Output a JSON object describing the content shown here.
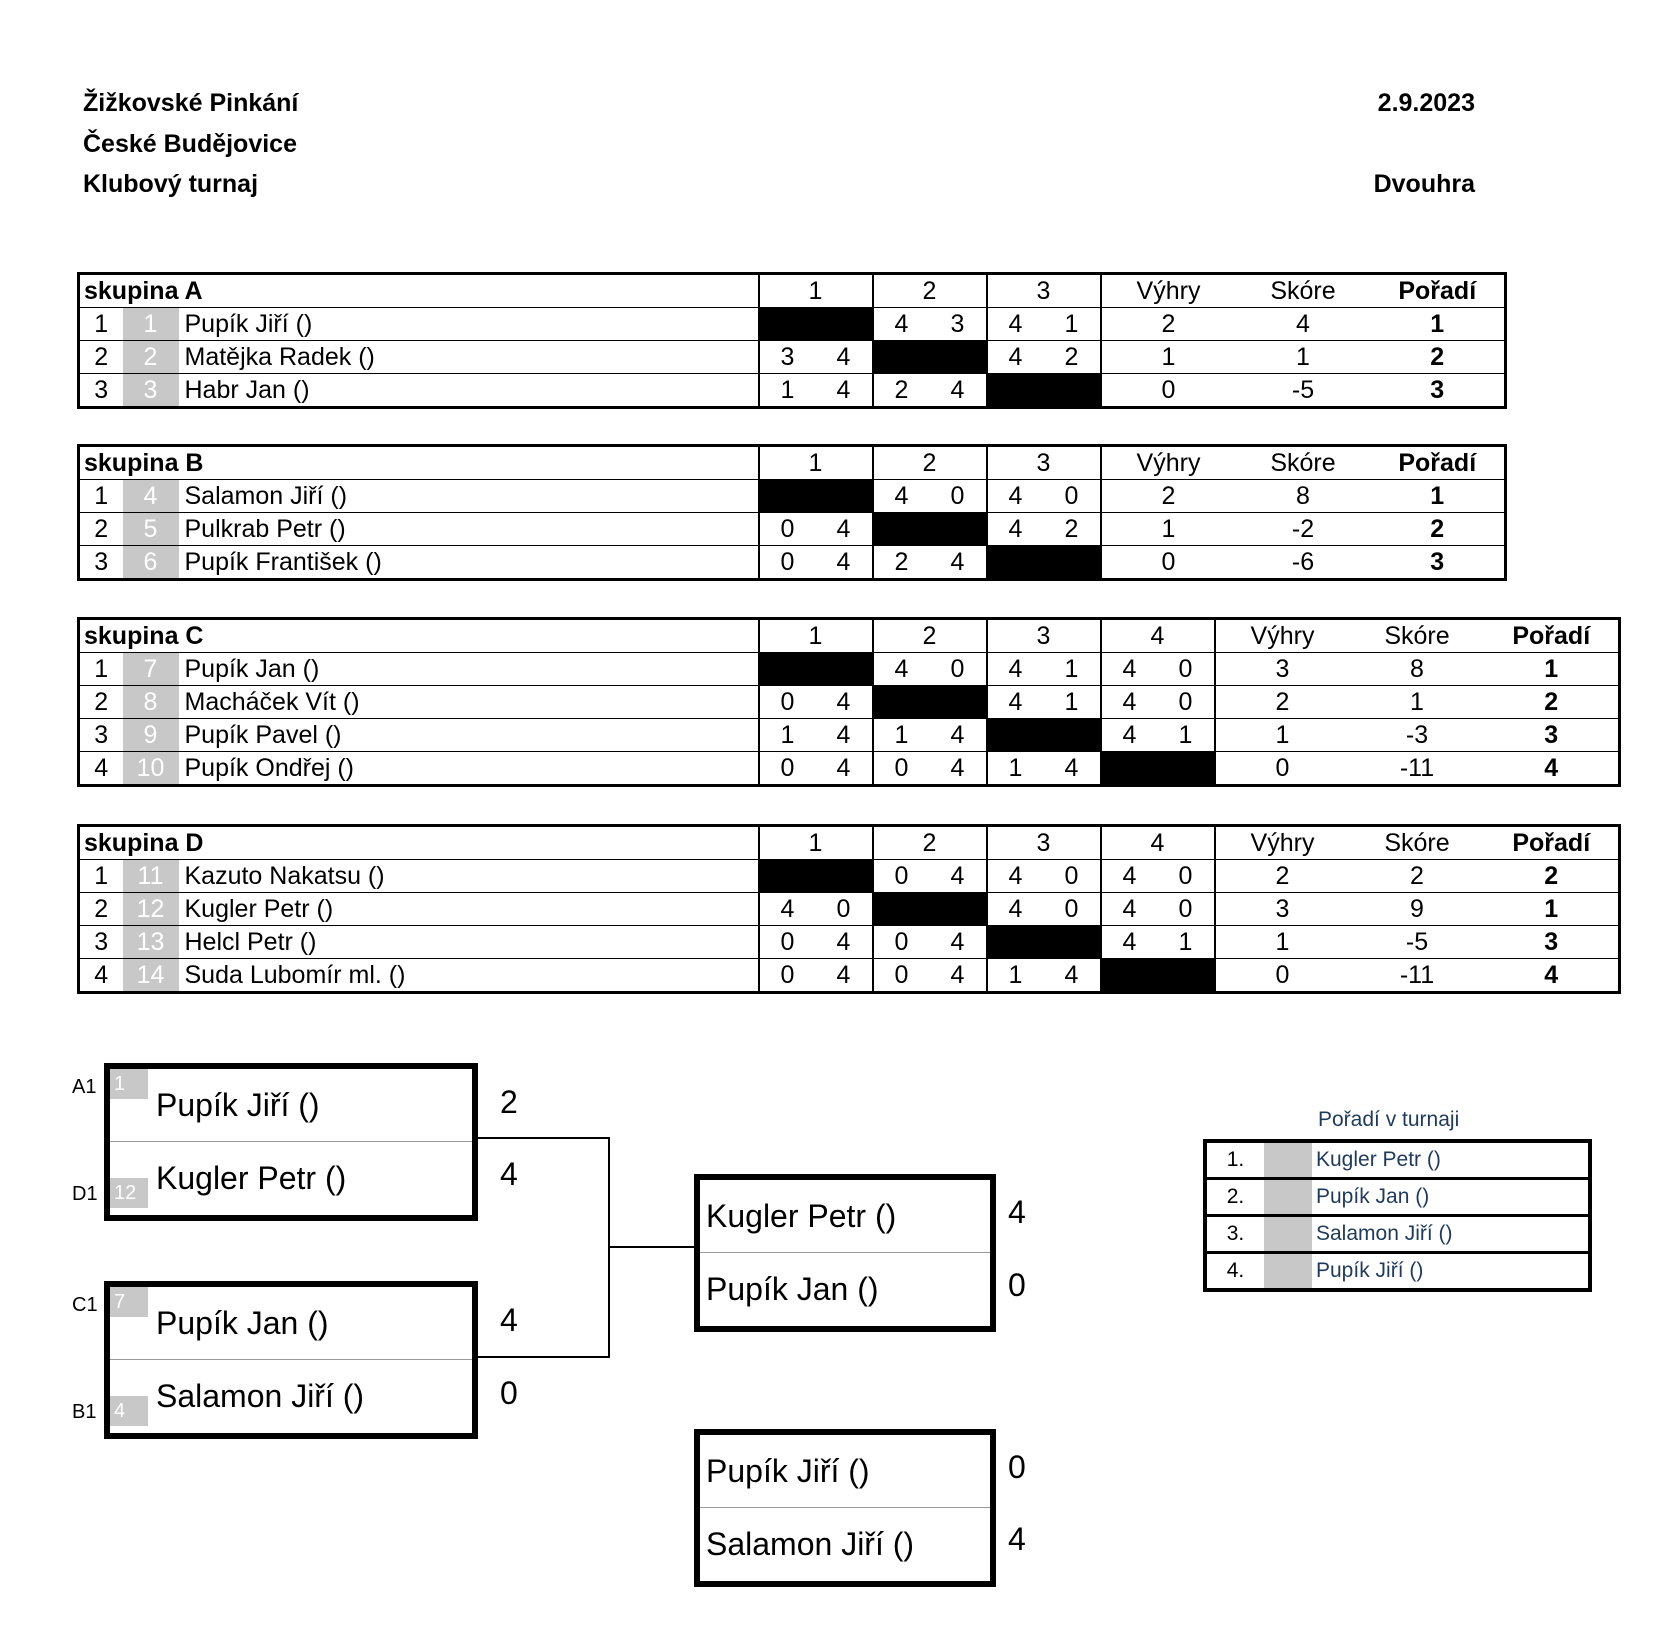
{
  "header": {
    "club": "Žižkovské Pinkání",
    "city": "České Budějovice",
    "event": "Klubový turnaj",
    "date": "2.9.2023",
    "discipline": "Dvouhra"
  },
  "columns": {
    "wins": "Výhry",
    "score": "Skóre",
    "rank": "Pořadí"
  },
  "groups": [
    {
      "name": "skupina A",
      "cols": [
        "1",
        "2",
        "3"
      ],
      "players": [
        {
          "pos": "1",
          "seed": "1",
          "name": "Pupík Jiří ()",
          "results": [
            null,
            [
              "4",
              "3"
            ],
            [
              "4",
              "1"
            ]
          ],
          "wins": "2",
          "score": "4",
          "rank": "1"
        },
        {
          "pos": "2",
          "seed": "2",
          "name": "Matějka Radek ()",
          "results": [
            [
              "3",
              "4"
            ],
            null,
            [
              "4",
              "2"
            ]
          ],
          "wins": "1",
          "score": "1",
          "rank": "2"
        },
        {
          "pos": "3",
          "seed": "3",
          "name": "Habr Jan ()",
          "results": [
            [
              "1",
              "4"
            ],
            [
              "2",
              "4"
            ],
            null
          ],
          "wins": "0",
          "score": "-5",
          "rank": "3"
        }
      ]
    },
    {
      "name": "skupina B",
      "cols": [
        "1",
        "2",
        "3"
      ],
      "players": [
        {
          "pos": "1",
          "seed": "4",
          "name": "Salamon Jiří ()",
          "results": [
            null,
            [
              "4",
              "0"
            ],
            [
              "4",
              "0"
            ]
          ],
          "wins": "2",
          "score": "8",
          "rank": "1"
        },
        {
          "pos": "2",
          "seed": "5",
          "name": "Pulkrab Petr ()",
          "results": [
            [
              "0",
              "4"
            ],
            null,
            [
              "4",
              "2"
            ]
          ],
          "wins": "1",
          "score": "-2",
          "rank": "2"
        },
        {
          "pos": "3",
          "seed": "6",
          "name": "Pupík František ()",
          "results": [
            [
              "0",
              "4"
            ],
            [
              "2",
              "4"
            ],
            null
          ],
          "wins": "0",
          "score": "-6",
          "rank": "3"
        }
      ]
    },
    {
      "name": "skupina C",
      "cols": [
        "1",
        "2",
        "3",
        "4"
      ],
      "players": [
        {
          "pos": "1",
          "seed": "7",
          "name": "Pupík Jan ()",
          "results": [
            null,
            [
              "4",
              "0"
            ],
            [
              "4",
              "1"
            ],
            [
              "4",
              "0"
            ]
          ],
          "wins": "3",
          "score": "8",
          "rank": "1"
        },
        {
          "pos": "2",
          "seed": "8",
          "name": "Macháček Vít ()",
          "results": [
            [
              "0",
              "4"
            ],
            null,
            [
              "4",
              "1"
            ],
            [
              "4",
              "0"
            ]
          ],
          "wins": "2",
          "score": "1",
          "rank": "2"
        },
        {
          "pos": "3",
          "seed": "9",
          "name": "Pupík Pavel ()",
          "results": [
            [
              "1",
              "4"
            ],
            [
              "1",
              "4"
            ],
            null,
            [
              "4",
              "1"
            ]
          ],
          "wins": "1",
          "score": "-3",
          "rank": "3"
        },
        {
          "pos": "4",
          "seed": "10",
          "name": "Pupík Ondřej ()",
          "results": [
            [
              "0",
              "4"
            ],
            [
              "0",
              "4"
            ],
            [
              "1",
              "4"
            ],
            null
          ],
          "wins": "0",
          "score": "-11",
          "rank": "4"
        }
      ]
    },
    {
      "name": "skupina D",
      "cols": [
        "1",
        "2",
        "3",
        "4"
      ],
      "players": [
        {
          "pos": "1",
          "seed": "11",
          "name": "Kazuto Nakatsu ()",
          "results": [
            null,
            [
              "0",
              "4"
            ],
            [
              "4",
              "0"
            ],
            [
              "4",
              "0"
            ]
          ],
          "wins": "2",
          "score": "2",
          "rank": "2"
        },
        {
          "pos": "2",
          "seed": "12",
          "name": "Kugler Petr ()",
          "results": [
            [
              "4",
              "0"
            ],
            null,
            [
              "4",
              "0"
            ],
            [
              "4",
              "0"
            ]
          ],
          "wins": "3",
          "score": "9",
          "rank": "1"
        },
        {
          "pos": "3",
          "seed": "13",
          "name": "Helcl Petr ()",
          "results": [
            [
              "0",
              "4"
            ],
            [
              "0",
              "4"
            ],
            null,
            [
              "4",
              "1"
            ]
          ],
          "wins": "1",
          "score": "-5",
          "rank": "3"
        },
        {
          "pos": "4",
          "seed": "14",
          "name": "Suda Lubomír ml. ()",
          "results": [
            [
              "0",
              "4"
            ],
            [
              "0",
              "4"
            ],
            [
              "1",
              "4"
            ],
            null
          ],
          "wins": "0",
          "score": "-11",
          "rank": "4"
        }
      ]
    }
  ],
  "bracket": {
    "semi1": {
      "top": {
        "label": "A1",
        "seed": "1",
        "name": "Pupík Jiří ()",
        "score": "2"
      },
      "bot": {
        "label": "D1",
        "seed": "12",
        "name": "Kugler Petr ()",
        "score": "4"
      }
    },
    "semi2": {
      "top": {
        "label": "C1",
        "seed": "7",
        "name": "Pupík Jan ()",
        "score": "4"
      },
      "bot": {
        "label": "B1",
        "seed": "4",
        "name": "Salamon Jiří ()",
        "score": "0"
      }
    },
    "final": {
      "top": {
        "name": "Kugler Petr ()",
        "score": "4"
      },
      "bot": {
        "name": "Pupík Jan ()",
        "score": "0"
      }
    },
    "third": {
      "top": {
        "name": "Pupík Jiří ()",
        "score": "0"
      },
      "bot": {
        "name": "Salamon Jiří ()",
        "score": "4"
      }
    }
  },
  "standings": {
    "title": "Pořadí v turnaji",
    "rows": [
      {
        "pos": "1.",
        "name": "Kugler Petr ()"
      },
      {
        "pos": "2.",
        "name": "Pupík Jan ()"
      },
      {
        "pos": "3.",
        "name": "Salamon Jiří ()"
      },
      {
        "pos": "4.",
        "name": "Pupík Jiří ()"
      }
    ]
  }
}
